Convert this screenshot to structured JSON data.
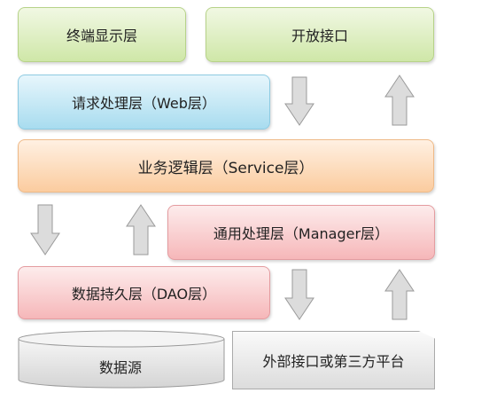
{
  "layers": {
    "terminal": "终端显示层",
    "open_api": "开放接口",
    "web": "请求处理层（Web层）",
    "service": "业务逻辑层（Service层）",
    "manager": "通用处理层（Manager层）",
    "dao": "数据持久层（DAO层）",
    "datasource": "数据源",
    "external": "外部接口或第三方平台"
  },
  "colors": {
    "green": "#cfe7a8",
    "blue": "#a8dcef",
    "orange": "#fbcc9f",
    "red": "#f6b7b9",
    "gray": "#dcdcdc",
    "arrow": "#d9d9d9"
  }
}
